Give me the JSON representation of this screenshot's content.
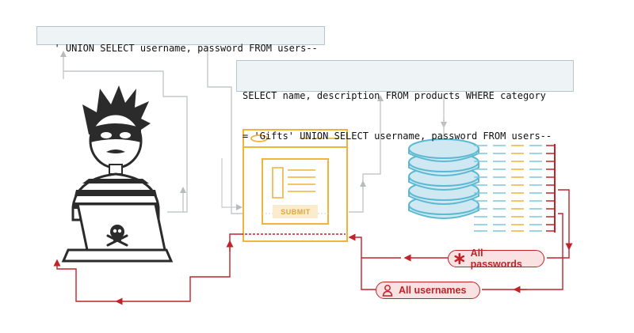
{
  "payload": "' UNION SELECT username, password FROM users--",
  "query": {
    "line1": "SELECT name, description FROM products WHERE category",
    "line2": "= 'Gifts' UNION SELECT username, password FROM users--"
  },
  "form": {
    "submit_label": "SUBMIT"
  },
  "results": {
    "passwords_label": "All passwords",
    "usernames_label": "All usernames"
  },
  "colors": {
    "attack_red": "#c0232a",
    "form_orange": "#f0b43c",
    "db_blue": "#5bb9d2",
    "connector_gray": "#b8bcbf"
  },
  "icons": [
    "hacker-icon",
    "skull-icon",
    "browser-window-icon",
    "database-icon",
    "asterisk-icon",
    "user-icon"
  ]
}
